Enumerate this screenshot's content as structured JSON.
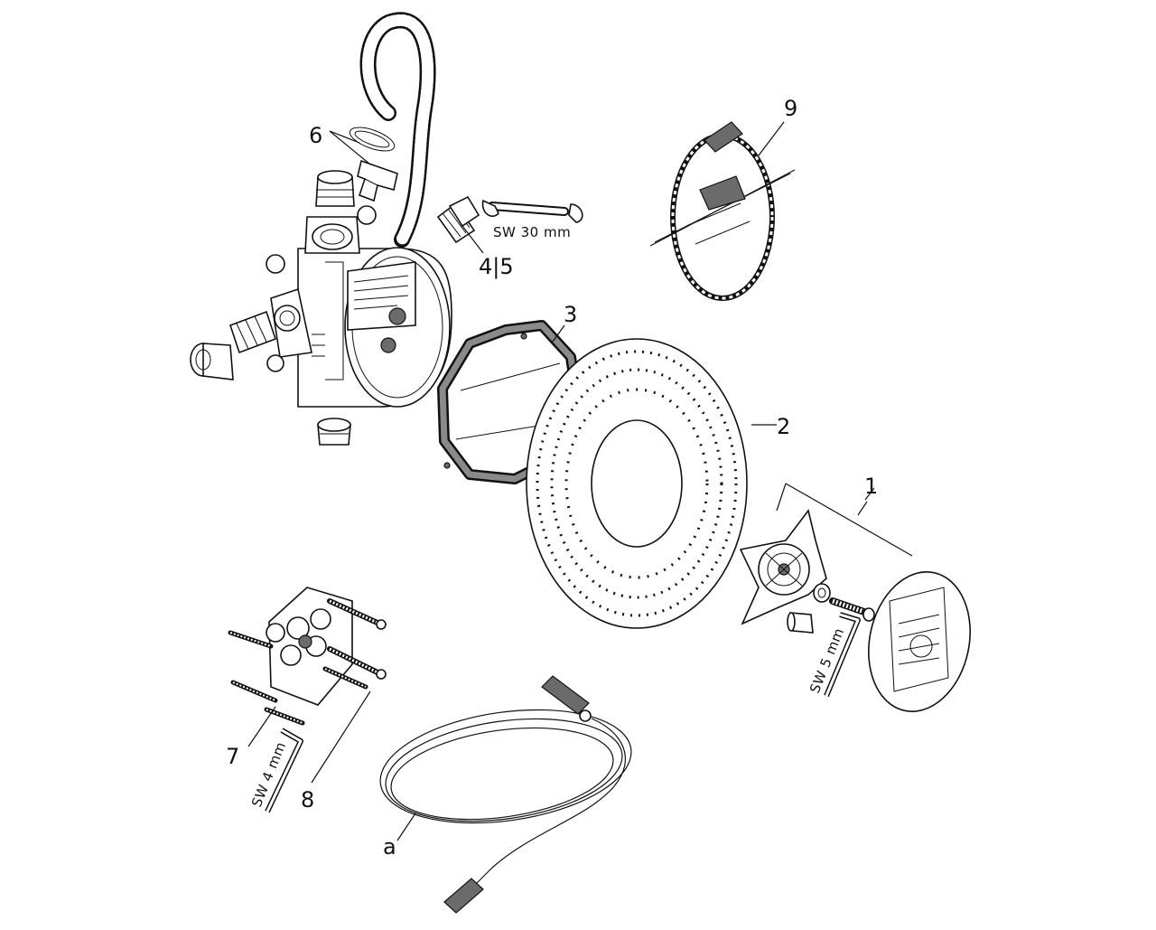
{
  "callouts": {
    "c1": "1",
    "c2": "2",
    "c3": "3",
    "c45": "4|5",
    "c6": "6",
    "c7": "7",
    "c8": "8",
    "c9": "9",
    "ca": "a"
  },
  "tools": {
    "sw30": "SW 30 mm",
    "sw5": "SW 5 mm",
    "sw4": "SW 4 mm"
  },
  "colors": {
    "line": "#111111",
    "shade": "#6b6b6b",
    "background": "#ffffff"
  }
}
